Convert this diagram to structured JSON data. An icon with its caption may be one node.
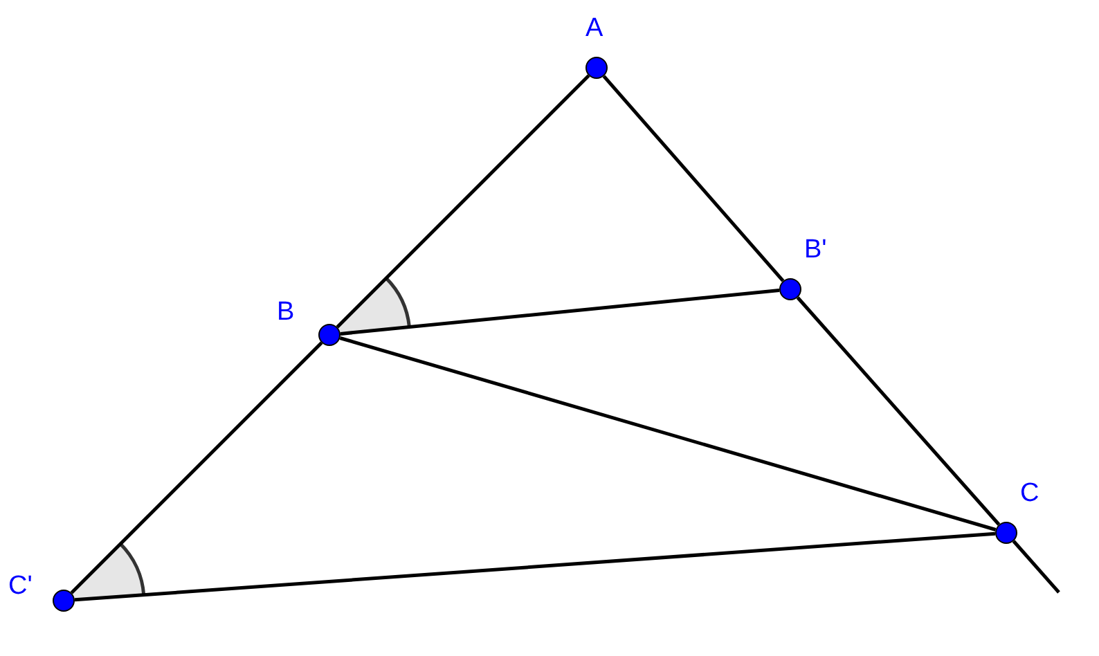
{
  "diagram": {
    "nodes": [
      {
        "text": [
          "A"
        ]
      },
      {
        "text": [
          "B'"
        ]
      },
      {
        "text": [
          "B"
        ]
      },
      {
        "text": [
          "C"
        ]
      },
      {
        "text": [
          "C'"
        ]
      }
    ],
    "edges": [
      {
        "from": 0,
        "to": 2,
        "arrow": "none"
      },
      {
        "from": 2,
        "to": 4,
        "arrow": "none"
      },
      {
        "from": 0,
        "to": 1,
        "arrow": "none"
      },
      {
        "from": 1,
        "to": 3,
        "arrow": "none"
      },
      {
        "from": 3,
        "to": null,
        "arrow": "none"
      },
      {
        "from": 2,
        "to": 1,
        "arrow": "none"
      },
      {
        "from": 2,
        "to": 3,
        "arrow": "none"
      },
      {
        "from": 4,
        "to": 3,
        "arrow": "none"
      }
    ]
  }
}
